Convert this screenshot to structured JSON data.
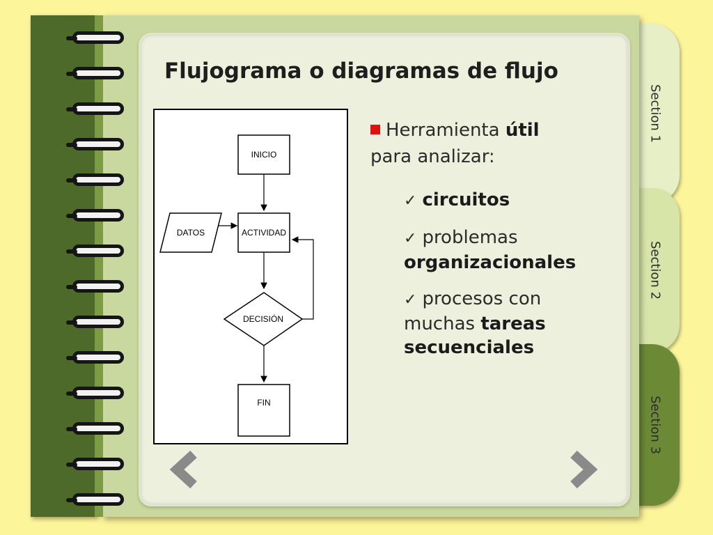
{
  "slide": {
    "title": "Flujograma o diagramas de flujo"
  },
  "bullets": {
    "main_prefix": "Herramienta ",
    "main_bold": "útil",
    "main_suffix": "para analizar:",
    "items": [
      {
        "text": "circuitos",
        "bold": true
      },
      {
        "text": "problemas ",
        "bold_text": "organizacionales"
      },
      {
        "text": "procesos con muchas ",
        "bold_text": "tareas secuenciales"
      }
    ]
  },
  "diagram": {
    "inicio": "INICIO",
    "datos": "DATOS",
    "actividad": "ACTIVIDAD",
    "decision": "DECISIÓN",
    "fin": "FIN"
  },
  "tabs": [
    "Section 1",
    "Section 2",
    "Section 3"
  ],
  "colors": {
    "background": "#fdf59a",
    "spine": "#4e6a2a",
    "page": "#ecf0dd",
    "bullet_square": "#e01010",
    "active_tab": "#6c8a36"
  },
  "icons": {
    "prev": "chevron-left-icon",
    "next": "chevron-right-icon",
    "check": "check-icon"
  }
}
